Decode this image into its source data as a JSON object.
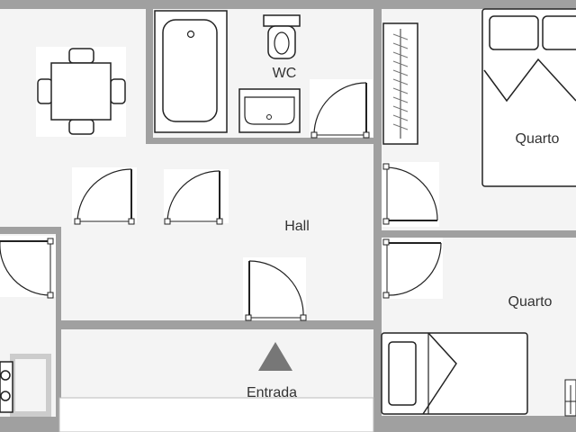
{
  "rooms": {
    "wc": "WC",
    "hall": "Hall",
    "quarto_top": "Quarto",
    "quarto_bottom": "Quarto",
    "entrada": "Entrada"
  },
  "colors": {
    "wall": "#a0a0a0",
    "floor": "#f4f4f4",
    "fixture_stroke": "#222222",
    "entrance_arrow": "#777777"
  },
  "icons": {
    "entrance": "triangle-up-icon",
    "door": "door-swing-icon"
  }
}
